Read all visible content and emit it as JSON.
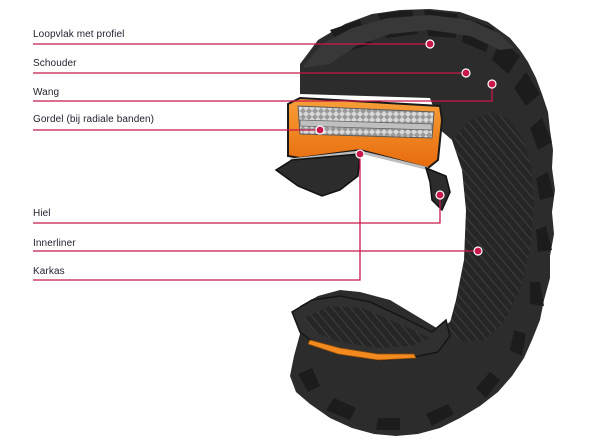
{
  "labels": {
    "tread": "Loopvlak met profiel",
    "shoulder": "Schouder",
    "sidewall": "Wang",
    "belt": "Gordel (bij radiale banden)",
    "bead": "Hiel",
    "innerliner": "Innerliner",
    "carcass": "Karkas"
  },
  "colors": {
    "leader": "#c8174a",
    "rubber": "#2b2b2b",
    "rubber_dark": "#1a1a1a",
    "rubber_light": "#3a3a3a",
    "belt_orange": "#f07d12",
    "label_text": "#1f1f2e"
  }
}
